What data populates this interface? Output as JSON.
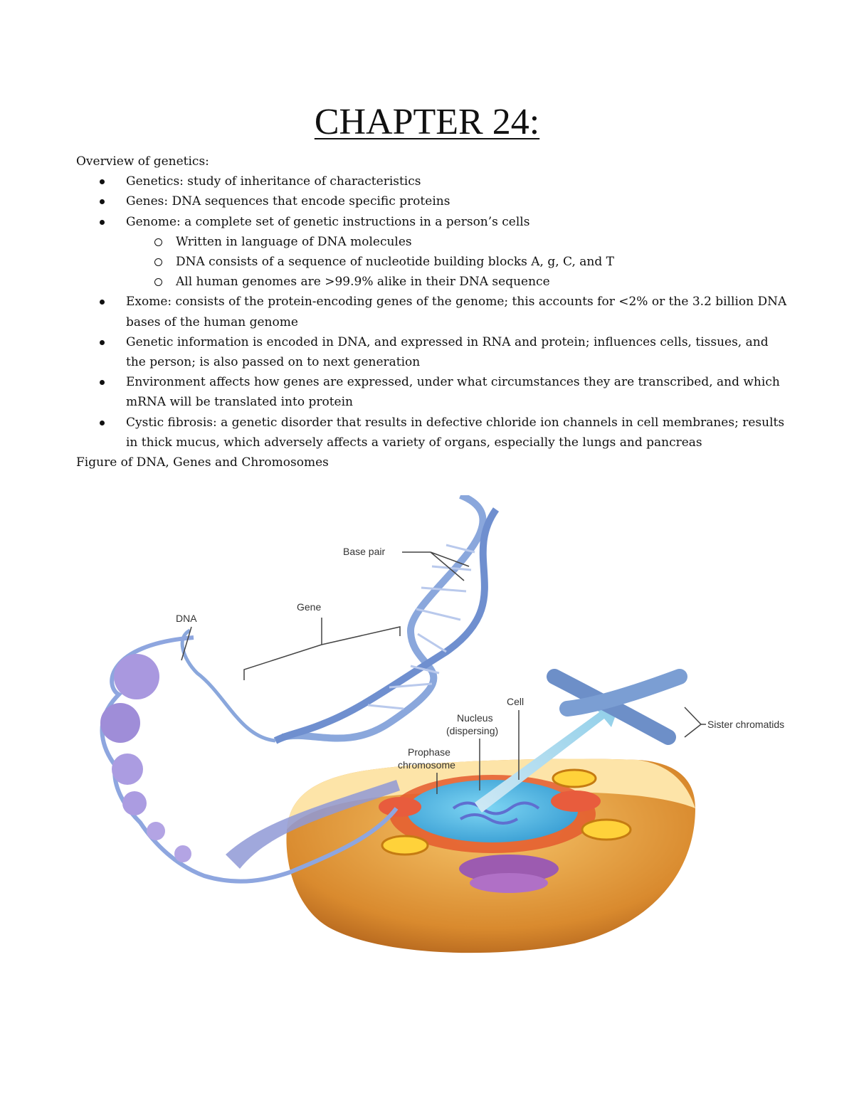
{
  "title": "CHAPTER 24:",
  "intro": "Overview of genetics:",
  "bullets": [
    "Genetics: study of inheritance of characteristics",
    "Genes: DNA sequences that encode specific proteins",
    "Genome: a complete set of genetic instructions in a person’s cells",
    "Exome: consists of the protein-encoding genes of the genome; this accounts for <2% or the 3.2 billion DNA bases of the human genome",
    "Genetic information is encoded in DNA, and expressed in RNA and protein; influences cells, tissues, and the person; is also passed on to next generation",
    "Environment affects how genes are expressed, under what circumstances they are transcribed, and which mRNA will be translated into protein",
    "Cystic fibrosis: a genetic disorder that results in defective chloride ion channels in cell membranes; results in thick mucus, which adversely affects a variety of organs, especially the lungs and pancreas"
  ],
  "sub_bullets": [
    "Written in language of DNA molecules",
    "DNA consists of a sequence of nucleotide building blocks A, g, C, and T",
    "All human genomes are >99.9% alike in their DNA sequence"
  ],
  "figure_caption": "Figure of DNA, Genes and Chromosomes",
  "figure_labels": {
    "base_pair": "Base pair",
    "gene": "Gene",
    "dna": "DNA",
    "cell": "Cell",
    "nucleus": "Nucleus",
    "nucleus_note": "(dispersing)",
    "prophase": "Prophase",
    "prophase_note": "chromosome",
    "sister": "Sister chromatids"
  }
}
